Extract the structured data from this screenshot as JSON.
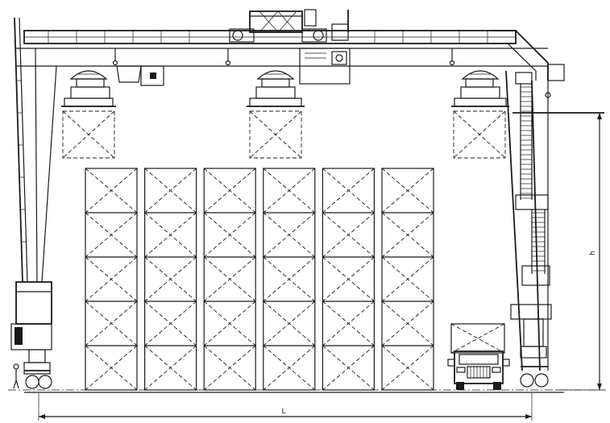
{
  "diagram": {
    "dimension_labels": {
      "span": "L",
      "height": "h"
    },
    "container_stack": {
      "columns": 6,
      "tiers": 5
    },
    "spreaders": 3
  }
}
